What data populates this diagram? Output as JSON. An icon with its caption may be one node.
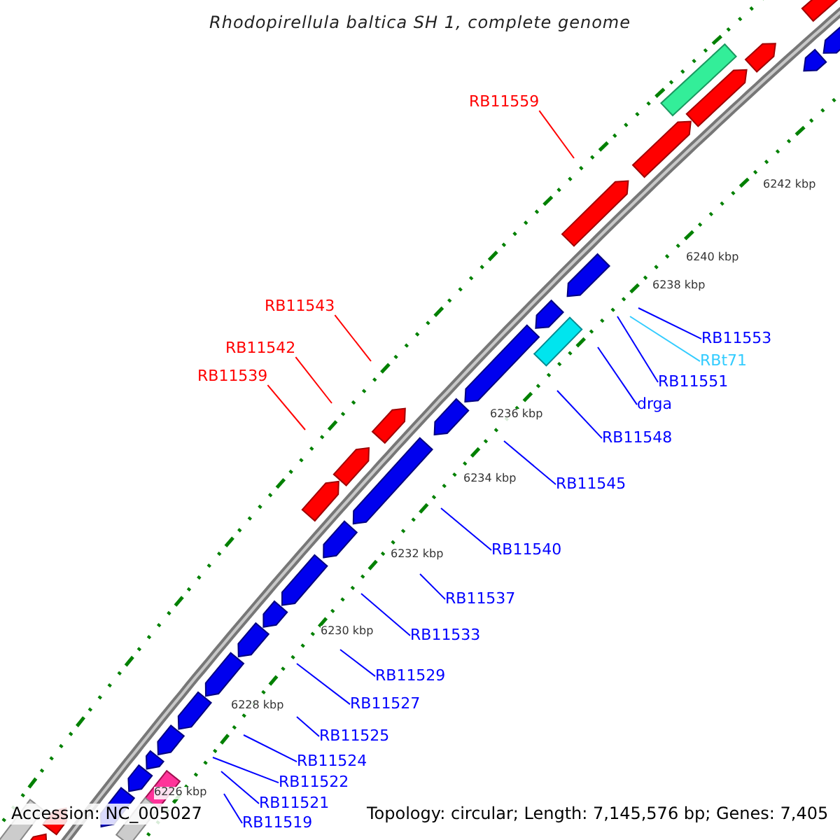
{
  "diagram": {
    "title": "Rhodopirellula baltica SH 1, complete genome",
    "nodes": [
      {
        "text": [
          "RB11559"
        ]
      },
      {
        "text": [
          "RB11543"
        ]
      },
      {
        "text": [
          "RB11553"
        ]
      },
      {
        "text": [
          "RBt71"
        ]
      },
      {
        "text": [
          "RB11542"
        ]
      },
      {
        "text": [
          "RB11551"
        ]
      },
      {
        "text": [
          "RB11539"
        ]
      },
      {
        "text": [
          "drga"
        ]
      },
      {
        "text": [
          "RB11548"
        ]
      },
      {
        "text": [
          "RB11545"
        ]
      },
      {
        "text": [
          "RB11540"
        ]
      },
      {
        "text": [
          "RB11537"
        ]
      },
      {
        "text": [
          "RB11533"
        ]
      },
      {
        "text": [
          "RB11529"
        ]
      },
      {
        "text": [
          "RB11527"
        ]
      },
      {
        "text": [
          "RB11525"
        ]
      },
      {
        "text": [
          "RB11524"
        ]
      },
      {
        "text": [
          "RB11522"
        ]
      },
      {
        "text": [
          "RB11521"
        ]
      },
      {
        "text": [
          "RB11519"
        ]
      }
    ],
    "edges": [
      {
        "from": 0,
        "to": null,
        "arrow": "none",
        "color": "#ff0000"
      },
      {
        "from": 1,
        "to": null,
        "arrow": "none",
        "color": "#ff0000"
      },
      {
        "from": 2,
        "to": null,
        "arrow": "none"
      },
      {
        "from": 3,
        "to": null,
        "arrow": "none",
        "color": "#33ccff"
      },
      {
        "from": 4,
        "to": null,
        "arrow": "none",
        "color": "#ff0000"
      },
      {
        "from": 5,
        "to": null,
        "arrow": "none"
      },
      {
        "from": 6,
        "to": null,
        "arrow": "none",
        "color": "#ff0000"
      },
      {
        "from": 7,
        "to": null,
        "arrow": "none"
      },
      {
        "from": 8,
        "to": null,
        "arrow": "none"
      },
      {
        "from": 9,
        "to": null,
        "arrow": "none"
      },
      {
        "from": 10,
        "to": null,
        "arrow": "none"
      },
      {
        "from": 11,
        "to": null,
        "arrow": "none"
      },
      {
        "from": 12,
        "to": null,
        "arrow": "none"
      },
      {
        "from": 13,
        "to": null,
        "arrow": "none"
      },
      {
        "from": 14,
        "to": null,
        "arrow": "none"
      },
      {
        "from": 15,
        "to": null,
        "arrow": "none"
      },
      {
        "from": 16,
        "to": null,
        "arrow": "none"
      },
      {
        "from": 17,
        "to": null,
        "arrow": "none"
      },
      {
        "from": 18,
        "to": null,
        "arrow": "none"
      },
      {
        "from": 19,
        "to": null,
        "arrow": "none"
      }
    ],
    "labels": [
      "6242 kbp",
      "6240 kbp",
      "6238 kbp",
      "6236 kbp",
      "6234 kbp",
      "6232 kbp",
      "6230 kbp",
      "6228 kbp",
      "6226 kbp",
      "Accession: NC_005027",
      "Topology: circular; Length: 7,145,576 bp; Genes: 7,405"
    ]
  }
}
